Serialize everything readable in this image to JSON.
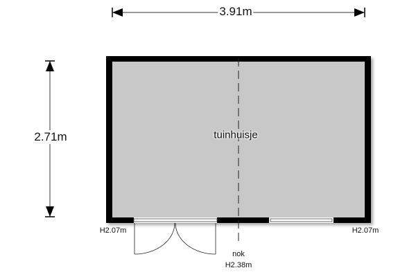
{
  "dimensions": {
    "width": "3.91m",
    "depth": "2.71m"
  },
  "room": {
    "name": "tuinhuisje"
  },
  "heights": {
    "left": "H2.07m",
    "right": "H2.07m",
    "ridge_label": "nok",
    "ridge_height": "H2.38m"
  },
  "colors": {
    "floor": "#c8c8c8",
    "wall": "#000000"
  }
}
